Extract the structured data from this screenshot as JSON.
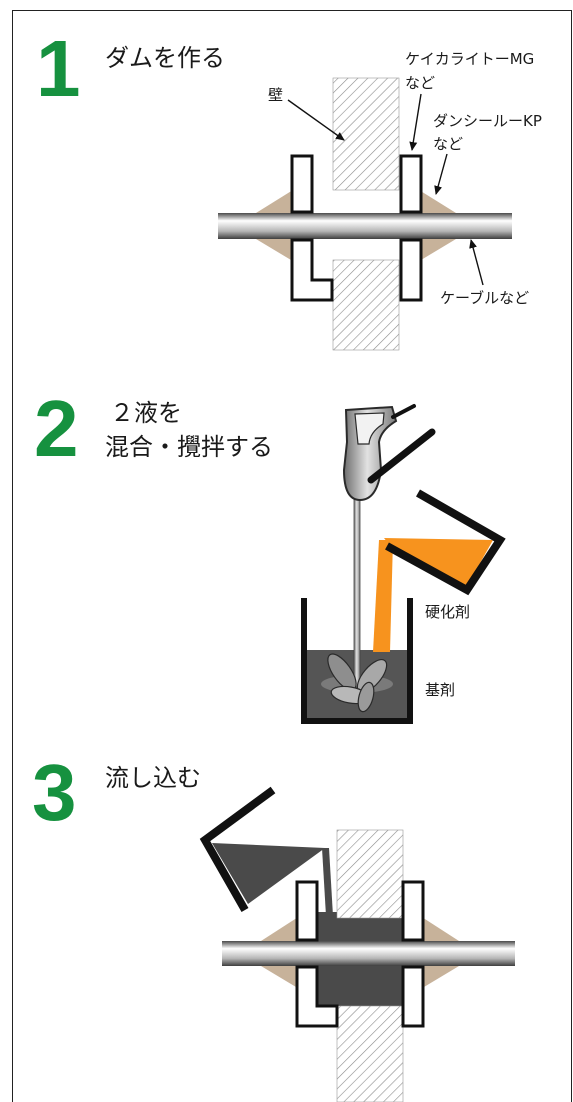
{
  "colors": {
    "step_number": "#16913f",
    "fillet": "#c7b29a",
    "hardener": "#f7931e",
    "base": "#555555",
    "resin": "#4a4a4a"
  },
  "steps": [
    {
      "number": "1",
      "title_lines": [
        "ダムを作る"
      ],
      "labels": {
        "wall": "壁",
        "dam_material": [
          "ケイカライトーMG",
          "など"
        ],
        "sealant": [
          "ダンシールーKP",
          "など"
        ],
        "cable": "ケーブルなど"
      }
    },
    {
      "number": "2",
      "title_lines": [
        "２液を",
        "混合・攪拌する"
      ],
      "labels": {
        "hardener": "硬化剤",
        "base": "基剤"
      }
    },
    {
      "number": "3",
      "title_lines": [
        "流し込む"
      ]
    }
  ]
}
